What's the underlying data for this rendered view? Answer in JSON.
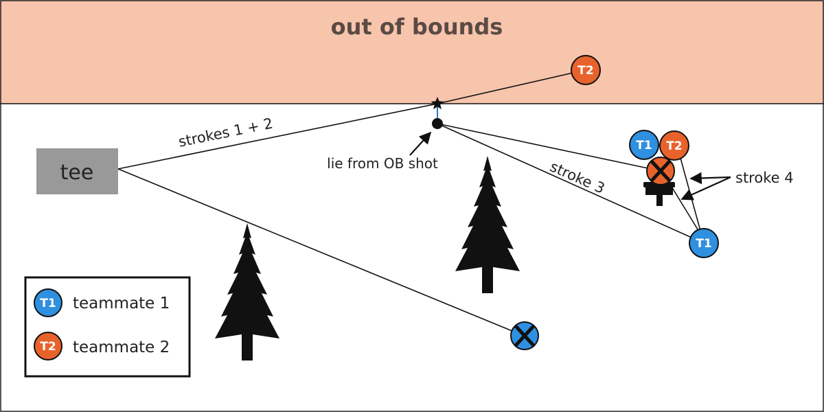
{
  "diagram": {
    "ob_zone_label": "out of bounds",
    "tee_label": "tee",
    "annotations": {
      "strokes_1_2": "strokes 1 + 2",
      "lie": "lie from OB shot",
      "stroke_3": "stroke 3",
      "stroke_4": "stroke 4"
    },
    "discs": {
      "t1_short": "T1",
      "t2_short": "T2"
    },
    "legend": [
      {
        "badge": "T1",
        "label": "teammate 1",
        "color": "#2f8fe0"
      },
      {
        "badge": "T2",
        "label": "teammate 2",
        "color": "#e8632b"
      }
    ]
  },
  "colors": {
    "ob_fill": "#f7c4ac",
    "ob_text": "#5a4a44",
    "tee_fill": "#999999",
    "teammate_1": "#2f8fe0",
    "teammate_2": "#e8632b",
    "line": "#111111",
    "tree": "#111111"
  },
  "icons": [
    "star-icon",
    "pine-tree-icon",
    "x-mark-icon",
    "basket-icon",
    "arrow-icon"
  ]
}
